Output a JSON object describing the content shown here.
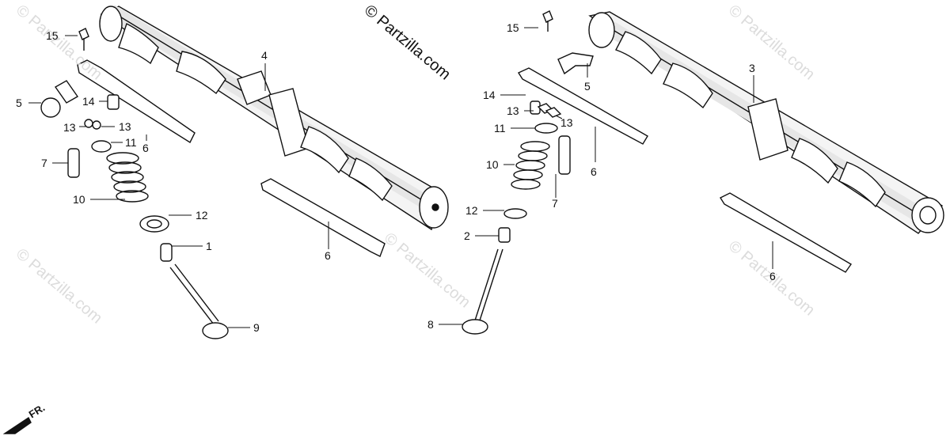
{
  "copyright": "© Partzilla.com",
  "watermark": "© Partzilla.com",
  "front_marker": "FR.",
  "callouts": [
    {
      "id": "c15a",
      "text": "15"
    },
    {
      "id": "c5a",
      "text": "5"
    },
    {
      "id": "c14a",
      "text": "14"
    },
    {
      "id": "c13a",
      "text": "13"
    },
    {
      "id": "c13b",
      "text": "13"
    },
    {
      "id": "c11a",
      "text": "11"
    },
    {
      "id": "c6a",
      "text": "6"
    },
    {
      "id": "c7a",
      "text": "7"
    },
    {
      "id": "c10a",
      "text": "10"
    },
    {
      "id": "c12a",
      "text": "12"
    },
    {
      "id": "c1",
      "text": "1"
    },
    {
      "id": "c9",
      "text": "9"
    },
    {
      "id": "c4",
      "text": "4"
    },
    {
      "id": "c6b",
      "text": "6"
    },
    {
      "id": "c15b",
      "text": "15"
    },
    {
      "id": "c5b",
      "text": "5"
    },
    {
      "id": "c14b",
      "text": "14"
    },
    {
      "id": "c13c",
      "text": "13"
    },
    {
      "id": "c13d",
      "text": "13"
    },
    {
      "id": "c11b",
      "text": "11"
    },
    {
      "id": "c10b",
      "text": "10"
    },
    {
      "id": "c12b",
      "text": "12"
    },
    {
      "id": "c2",
      "text": "2"
    },
    {
      "id": "c8",
      "text": "8"
    },
    {
      "id": "c7b",
      "text": "7"
    },
    {
      "id": "c6c",
      "text": "6"
    },
    {
      "id": "c3",
      "text": "3"
    },
    {
      "id": "c6d",
      "text": "6"
    }
  ]
}
